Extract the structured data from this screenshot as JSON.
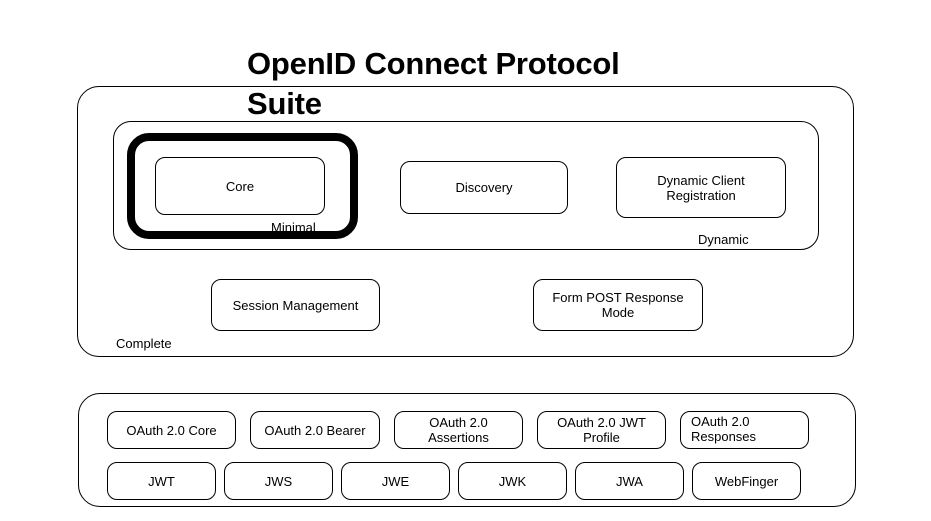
{
  "diagram": {
    "title": "OpenID Connect Protocol Suite",
    "groups": {
      "complete": {
        "label": "Complete"
      },
      "dynamic": {
        "label": "Dynamic"
      },
      "minimal": {
        "label": "Minimal"
      }
    },
    "boxes": {
      "core": "Core",
      "discovery": "Discovery",
      "dynamic_client_registration": "Dynamic Client\nRegistration",
      "dynamic_client_registration_line1": "Dynamic Client",
      "dynamic_client_registration_line2": "Registration",
      "session_management": "Session Management",
      "form_post_line1": "Form POST Response",
      "form_post_line2": "Mode"
    },
    "foundation": {
      "row1": [
        {
          "label": "OAuth 2.0 Core",
          "align": "center"
        },
        {
          "label": "OAuth 2.0 Bearer",
          "align": "center"
        },
        {
          "line1": "OAuth 2.0",
          "line2": "Assertions",
          "align": "center"
        },
        {
          "line1": "OAuth 2.0 JWT",
          "line2": "Profile",
          "align": "center"
        },
        {
          "line1": "OAuth 2.0",
          "line2": "Responses",
          "align": "left"
        }
      ],
      "row2": [
        {
          "label": "JWT"
        },
        {
          "label": "JWS"
        },
        {
          "label": "JWE"
        },
        {
          "label": "JWK"
        },
        {
          "label": "JWA"
        },
        {
          "label": "WebFinger"
        }
      ]
    },
    "colors": {
      "background": "#ffffff",
      "stroke": "#000000",
      "text": "#000000"
    }
  }
}
